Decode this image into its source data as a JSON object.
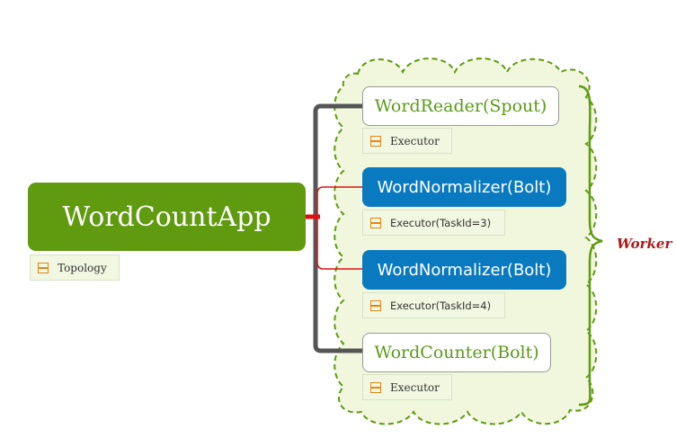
{
  "root": {
    "label": "WordCountApp",
    "note": "Topology"
  },
  "children": [
    {
      "label": "WordReader(Spout)",
      "note": "Executor",
      "style": "white"
    },
    {
      "label": "WordNormalizer(Bolt)",
      "note": "Executor(TaskId=3)",
      "style": "blue"
    },
    {
      "label": "WordNormalizer(Bolt)",
      "note": "Executor(TaskId=4)",
      "style": "blue"
    },
    {
      "label": "WordCounter(Bolt)",
      "note": "Executor",
      "style": "white"
    }
  ],
  "group": {
    "label": "Worker"
  },
  "colors": {
    "root_fill": "#5f9a0f",
    "blue_fill": "#0a7ac0",
    "cloud_fill": "#f0f7dc",
    "cloud_stroke": "#5f9a0f",
    "highlight_line": "#e01010",
    "connector": "#555555",
    "worker_text": "#b01818"
  }
}
